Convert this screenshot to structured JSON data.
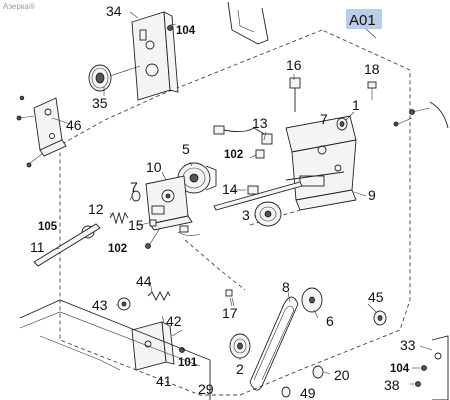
{
  "watermark": "Азерка®",
  "assembly_tag": {
    "label": "A01",
    "fill": "#b8cde6"
  },
  "callouts": [
    {
      "id": "c-34",
      "text": "34"
    },
    {
      "id": "c-104a",
      "text": "104"
    },
    {
      "id": "c-35",
      "text": "35"
    },
    {
      "id": "c-46",
      "text": "46"
    },
    {
      "id": "c-16",
      "text": "16"
    },
    {
      "id": "c-18",
      "text": "18"
    },
    {
      "id": "c-13",
      "text": "13"
    },
    {
      "id": "c-1",
      "text": "1"
    },
    {
      "id": "c-7a",
      "text": "7"
    },
    {
      "id": "c-5",
      "text": "5"
    },
    {
      "id": "c-102a",
      "text": "102"
    },
    {
      "id": "c-10",
      "text": "10"
    },
    {
      "id": "c-7b",
      "text": "7"
    },
    {
      "id": "c-14",
      "text": "14"
    },
    {
      "id": "c-9",
      "text": "9"
    },
    {
      "id": "c-12",
      "text": "12"
    },
    {
      "id": "c-3",
      "text": "3"
    },
    {
      "id": "c-105",
      "text": "105"
    },
    {
      "id": "c-15",
      "text": "15"
    },
    {
      "id": "c-11",
      "text": "11"
    },
    {
      "id": "c-102b",
      "text": "102"
    },
    {
      "id": "c-44",
      "text": "44"
    },
    {
      "id": "c-8",
      "text": "8"
    },
    {
      "id": "c-43",
      "text": "43"
    },
    {
      "id": "c-45",
      "text": "45"
    },
    {
      "id": "c-42",
      "text": "42"
    },
    {
      "id": "c-17",
      "text": "17"
    },
    {
      "id": "c-6",
      "text": "6"
    },
    {
      "id": "c-33",
      "text": "33"
    },
    {
      "id": "c-101",
      "text": "101"
    },
    {
      "id": "c-2",
      "text": "2"
    },
    {
      "id": "c-104b",
      "text": "104"
    },
    {
      "id": "c-20",
      "text": "20"
    },
    {
      "id": "c-41",
      "text": "41"
    },
    {
      "id": "c-29",
      "text": "29"
    },
    {
      "id": "c-49",
      "text": "49"
    },
    {
      "id": "c-38",
      "text": "38"
    }
  ]
}
